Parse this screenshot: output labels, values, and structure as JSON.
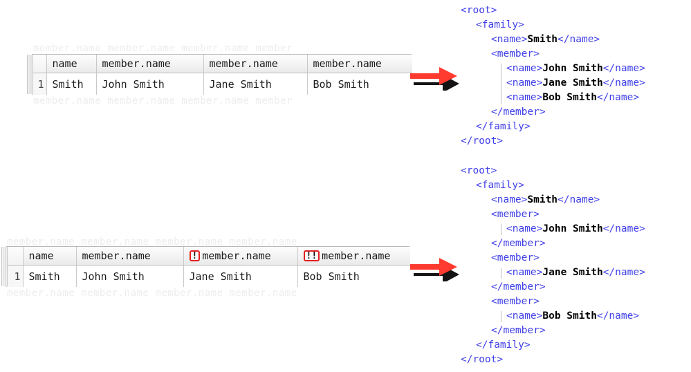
{
  "panels": {
    "top": {
      "grid": {
        "columns": [
          "",
          "name",
          "member.name",
          "member.name",
          "member.name"
        ],
        "warnings": [
          "",
          "",
          "",
          "",
          ""
        ],
        "rows": [
          {
            "num": "1",
            "cells": [
              "Smith",
              "John Smith",
              "Jane Smith",
              "Bob Smith"
            ]
          }
        ]
      },
      "arrow": {
        "name": "red-right-arrow"
      },
      "code_lines": [
        {
          "indent": 0,
          "parts": [
            {
              "t": "tag",
              "v": "<root>"
            }
          ]
        },
        {
          "indent": 1,
          "parts": [
            {
              "t": "tag",
              "v": "<family>"
            }
          ]
        },
        {
          "indent": 2,
          "parts": [
            {
              "t": "tag",
              "v": "<name>"
            },
            {
              "t": "txt",
              "v": "Smith"
            },
            {
              "t": "tag",
              "v": "</name>"
            }
          ]
        },
        {
          "indent": 2,
          "parts": [
            {
              "t": "tag",
              "v": "<member>"
            }
          ]
        },
        {
          "indent": 3,
          "parts": [
            {
              "t": "tag",
              "v": "<name>"
            },
            {
              "t": "txt",
              "v": "John Smith"
            },
            {
              "t": "tag",
              "v": "</name>"
            }
          ]
        },
        {
          "indent": 3,
          "parts": [
            {
              "t": "tag",
              "v": "<name>"
            },
            {
              "t": "txt",
              "v": "Jane Smith"
            },
            {
              "t": "tag",
              "v": "</name>"
            }
          ]
        },
        {
          "indent": 3,
          "parts": [
            {
              "t": "tag",
              "v": "<name>"
            },
            {
              "t": "txt",
              "v": "Bob Smith"
            },
            {
              "t": "tag",
              "v": "</name>"
            }
          ]
        },
        {
          "indent": 2,
          "parts": [
            {
              "t": "tag",
              "v": "</member>"
            }
          ]
        },
        {
          "indent": 1,
          "parts": [
            {
              "t": "tag",
              "v": "</family>"
            }
          ]
        },
        {
          "indent": 0,
          "parts": [
            {
              "t": "tag",
              "v": "</root>"
            }
          ]
        }
      ]
    },
    "bottom": {
      "grid": {
        "columns": [
          "",
          "name",
          "member.name",
          "member.name",
          "member.name"
        ],
        "warnings": [
          "",
          "",
          "",
          "!",
          "!!"
        ],
        "rows": [
          {
            "num": "1",
            "cells": [
              "Smith",
              "John Smith",
              "Jane Smith",
              "Bob Smith"
            ]
          }
        ]
      },
      "arrow": {
        "name": "red-right-arrow"
      },
      "code_lines": [
        {
          "indent": 0,
          "parts": [
            {
              "t": "tag",
              "v": "<root>"
            }
          ]
        },
        {
          "indent": 1,
          "parts": [
            {
              "t": "tag",
              "v": "<family>"
            }
          ]
        },
        {
          "indent": 2,
          "parts": [
            {
              "t": "tag",
              "v": "<name>"
            },
            {
              "t": "txt",
              "v": "Smith"
            },
            {
              "t": "tag",
              "v": "</name>"
            }
          ]
        },
        {
          "indent": 2,
          "parts": [
            {
              "t": "tag",
              "v": "<member>"
            }
          ]
        },
        {
          "indent": 3,
          "parts": [
            {
              "t": "tag",
              "v": "<name>"
            },
            {
              "t": "txt",
              "v": "John Smith"
            },
            {
              "t": "tag",
              "v": "</name>"
            }
          ]
        },
        {
          "indent": 2,
          "parts": [
            {
              "t": "tag",
              "v": "</member>"
            }
          ]
        },
        {
          "indent": 2,
          "parts": [
            {
              "t": "tag",
              "v": "<member>"
            }
          ]
        },
        {
          "indent": 3,
          "parts": [
            {
              "t": "tag",
              "v": "<name>"
            },
            {
              "t": "txt",
              "v": "Jane Smith"
            },
            {
              "t": "tag",
              "v": "</name>"
            }
          ]
        },
        {
          "indent": 2,
          "parts": [
            {
              "t": "tag",
              "v": "</member>"
            }
          ]
        },
        {
          "indent": 2,
          "parts": [
            {
              "t": "tag",
              "v": "<member>"
            }
          ]
        },
        {
          "indent": 3,
          "parts": [
            {
              "t": "tag",
              "v": "<name>"
            },
            {
              "t": "txt",
              "v": "Bob Smith"
            },
            {
              "t": "tag",
              "v": "</name>"
            }
          ]
        },
        {
          "indent": 2,
          "parts": [
            {
              "t": "tag",
              "v": "</member>"
            }
          ]
        },
        {
          "indent": 1,
          "parts": [
            {
              "t": "tag",
              "v": "</family>"
            }
          ]
        },
        {
          "indent": 0,
          "parts": [
            {
              "t": "tag",
              "v": "</root>"
            }
          ]
        }
      ]
    }
  },
  "colors": {
    "tag": "#4040e8",
    "text": "#000000",
    "warning_border": "#e02020",
    "arrow_fill": "#ff3b30",
    "arrow_shadow": "#000000",
    "grid_border": "#b8b8b8"
  }
}
